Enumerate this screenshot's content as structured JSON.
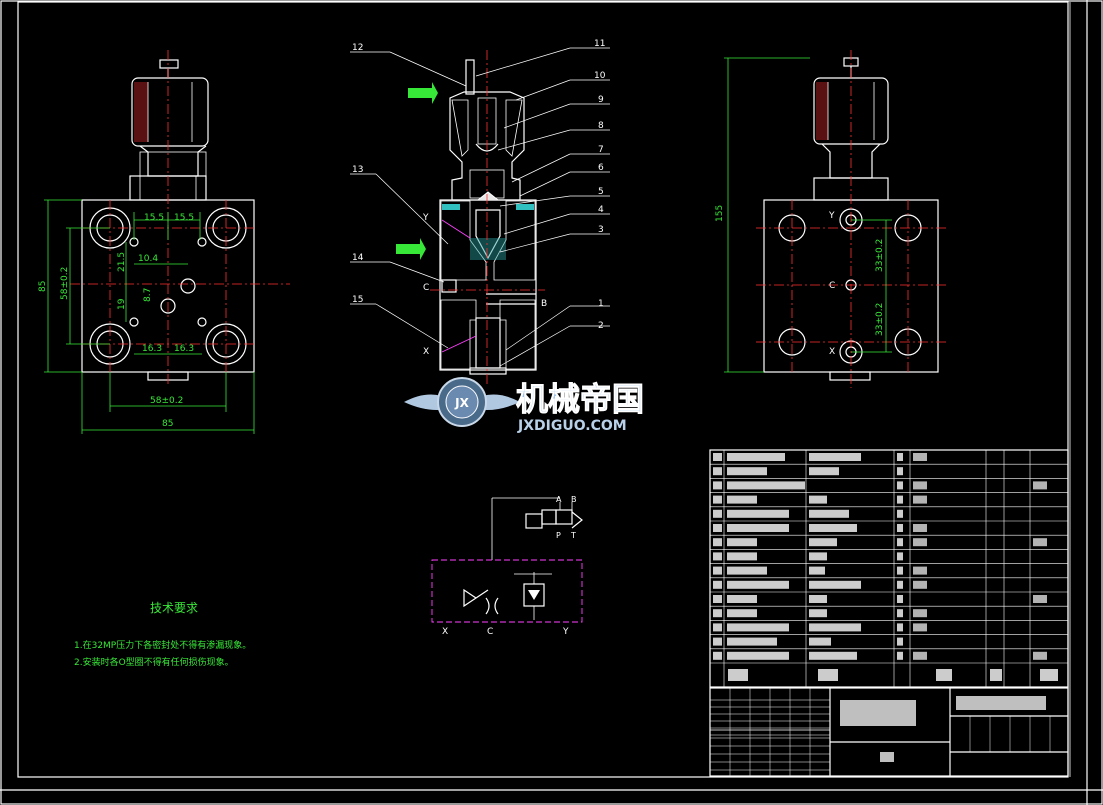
{
  "drawing": {
    "front_view": {
      "dims": {
        "d15_5_left": "15.5",
        "d15_5_right": "15.5",
        "d10_4": "10.4",
        "d21_5": "21.5",
        "d8_7": "8.7",
        "d19": "19",
        "d16_3_left": "16.3",
        "d16_3_right": "16.3",
        "d58_horizontal": "58±0.2",
        "d85_horizontal": "85",
        "d58_vertical": "58±0.2",
        "d85_vertical": "85"
      }
    },
    "section_view": {
      "callouts": [
        "1",
        "2",
        "3",
        "4",
        "5",
        "6",
        "7",
        "8",
        "9",
        "10",
        "11",
        "12",
        "13",
        "14",
        "15"
      ],
      "ports": {
        "y": "Y",
        "c": "C",
        "b": "B",
        "x": "X"
      }
    },
    "side_view": {
      "dims": {
        "d155": "155",
        "d33_upper": "33±0.2",
        "d33_lower": "33±0.2"
      },
      "ports": {
        "y": "Y",
        "c": "C",
        "x": "X"
      }
    },
    "watermark": {
      "title": "机械帝国",
      "url": "JXDIGUO.COM",
      "badge": "JX"
    },
    "schematic": {
      "labels": {
        "a": "A",
        "b": "B",
        "p": "P",
        "t": "T",
        "x": "X",
        "c": "C",
        "y": "Y"
      }
    },
    "requirements": {
      "title": "技术要求",
      "items": [
        "1.在32MP压力下各密封处不得有渗漏现象。",
        "2.安装时各O型圈不得有任何损伤现象。"
      ]
    }
  },
  "colors": {
    "background": "#000000",
    "line": "#ffffff",
    "center": "#ff3030",
    "dimension": "#38e838",
    "hydraulic": "#ff40ff"
  }
}
